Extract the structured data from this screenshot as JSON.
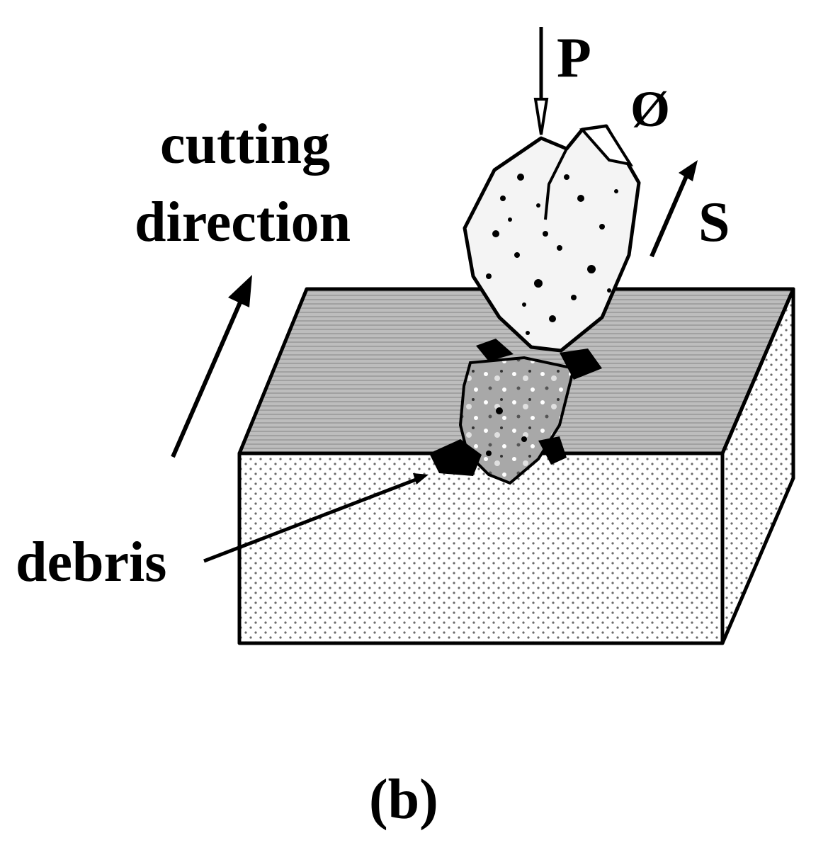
{
  "labels": {
    "force": "P",
    "angle": "Ø",
    "speed": "S",
    "cutting_line1": "cutting",
    "cutting_line2": "direction",
    "debris": "debris",
    "caption": "(b)"
  },
  "colors": {
    "ink": "#000000",
    "background": "#ffffff",
    "top_face": "#b9b9b9",
    "side_dots": "#6a6a6a",
    "grain_fill": "#f4f4f4",
    "debris_fill": "#9a9a9a"
  }
}
